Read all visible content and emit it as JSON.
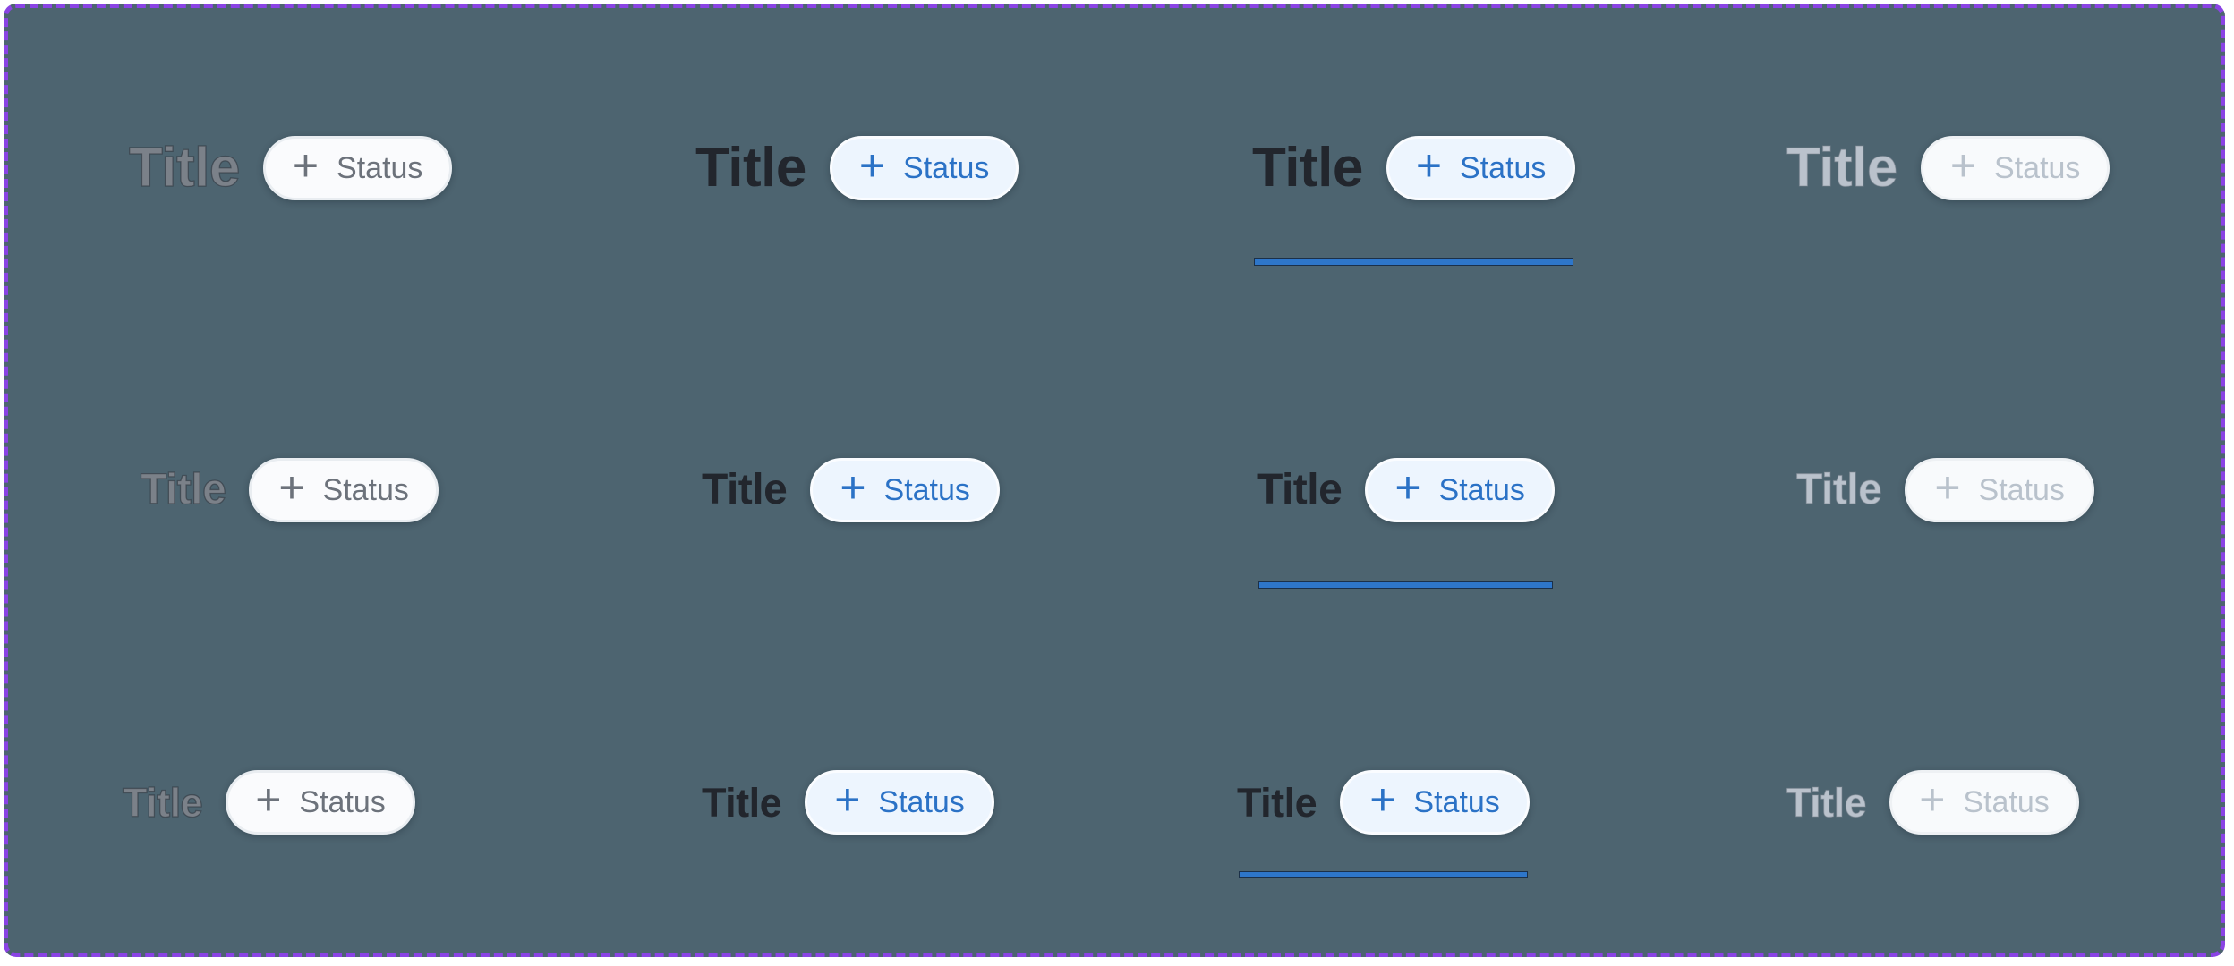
{
  "frame": {
    "background_color": "#4d6470",
    "border_color": "#8a43e4",
    "border_style": "dashed"
  },
  "cell": {
    "title_label": "Title",
    "status_label": "Status",
    "plus_icon": "+"
  },
  "colors": {
    "title_default": "#7b8189",
    "title_active": "#22262d",
    "title_disabled": "#bac2cc",
    "pill_default_bg": "#fafbfd",
    "pill_default_text": "#6c727b",
    "pill_default_border": "#e9edf1",
    "pill_active_bg": "#edf5fe",
    "pill_active_text": "#2b72c6",
    "pill_active_border": "#fafcff",
    "pill_disabled_bg": "#f8fafc",
    "pill_disabled_text": "#b9c2cc",
    "pill_disabled_border": "#eef1f4",
    "focus_underline": "#2e76c9"
  }
}
